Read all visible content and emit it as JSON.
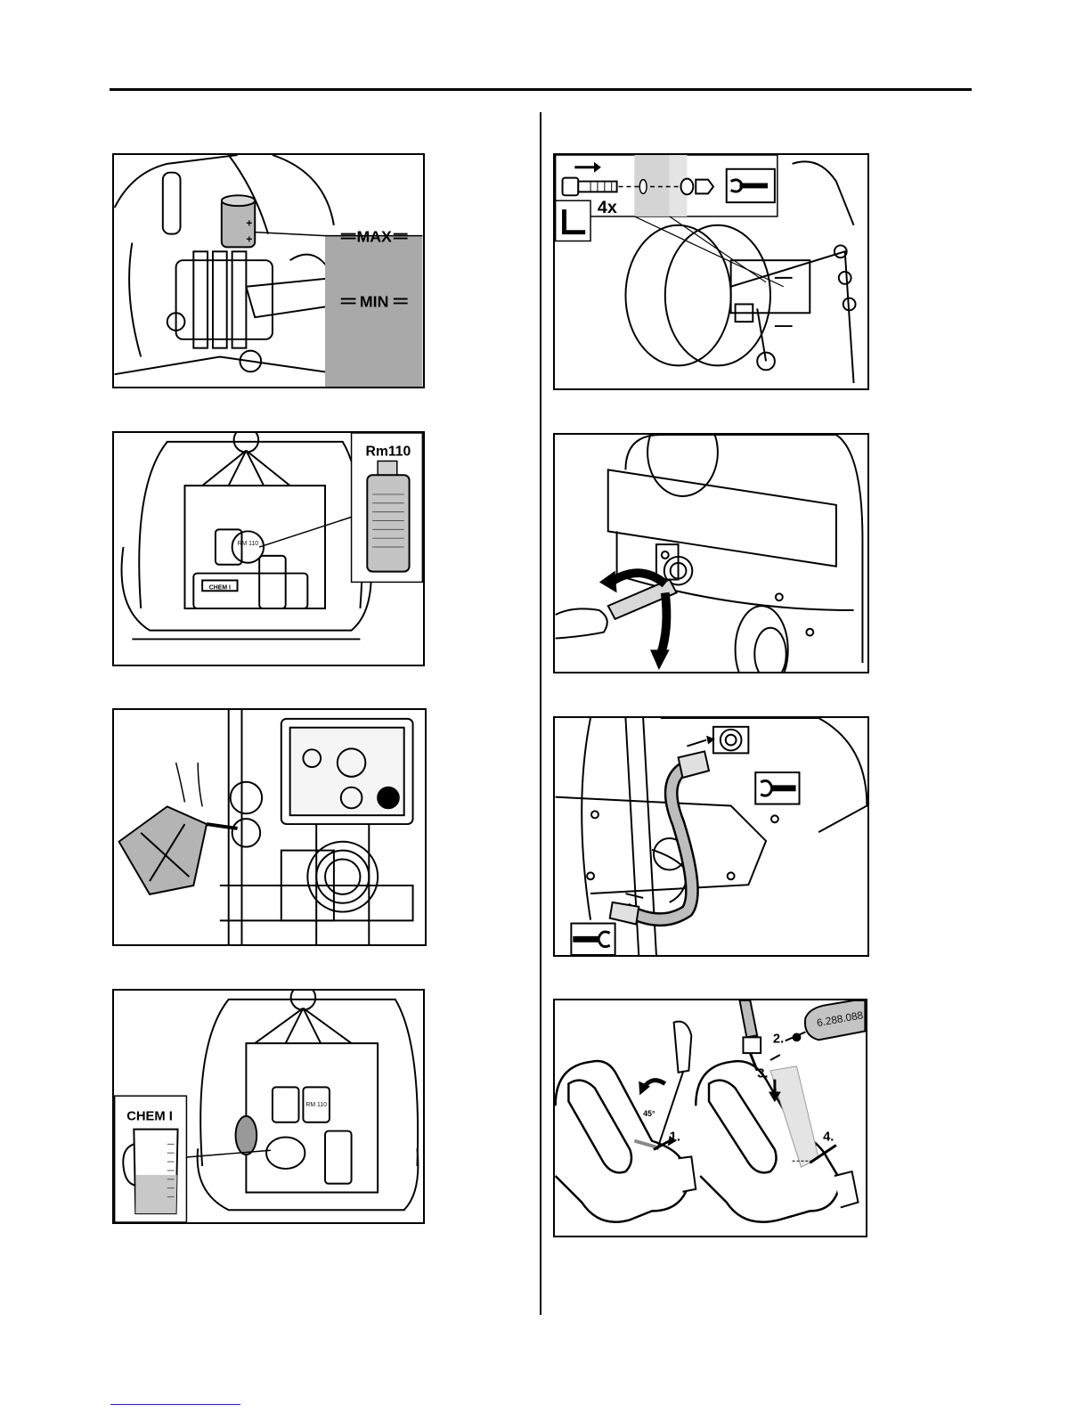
{
  "figures": {
    "oil_level": {
      "max_label": "MAX",
      "min_label": "MIN"
    },
    "care_product": {
      "bottle_label": "Rm110",
      "tank_label": "RM 110",
      "chem_tag": "CHEM I"
    },
    "fuel": {},
    "detergent": {
      "jug_label": "CHEM I",
      "tank_label": "RM 110"
    },
    "hose_reel": {
      "count_label": "4x"
    },
    "cap": {},
    "hose": {},
    "gun": {
      "part_number": "6.288.088",
      "angle_label": "45°",
      "steps": [
        "1.",
        "2.",
        "3.",
        "4."
      ]
    }
  },
  "colors": {
    "ink": "#000000",
    "fill_gray": "#a9a9a9",
    "light_gray": "#d0d0d0",
    "link": "#2222cc"
  }
}
